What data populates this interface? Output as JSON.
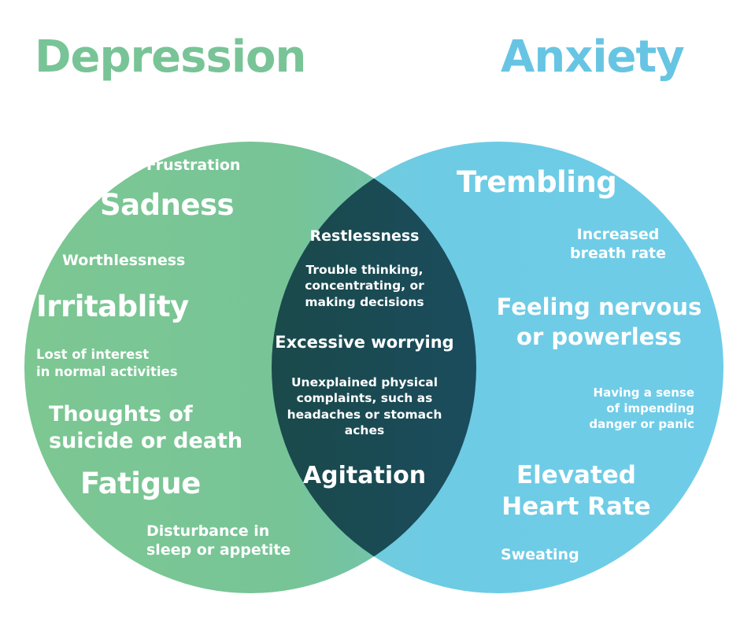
{
  "titles": {
    "left": "Depression",
    "right": "Anxiety"
  },
  "colors": {
    "depression": "#7cc792",
    "anxiety": "#6fcce6",
    "overlap": "#1c4e67",
    "depression_title": "#78c497",
    "anxiety_title": "#67c5e3",
    "text": "#ffffff"
  },
  "depression": {
    "frustration": "Frustration",
    "sadness": "Sadness",
    "worthlessness": "Worthlessness",
    "irritability": "Irritablity",
    "lost_interest": [
      "Lost of interest",
      "in normal activities"
    ],
    "thoughts": [
      "Thoughts of",
      "suicide or death"
    ],
    "fatigue": "Fatigue",
    "disturbance": [
      "Disturbance in",
      "sleep or appetite"
    ]
  },
  "overlap": {
    "restlessness": "Restlessness",
    "trouble": [
      "Trouble thinking,",
      "concentrating, or",
      "making decisions"
    ],
    "worrying": "Excessive worrying",
    "unexplained": [
      "Unexplained physical",
      "complaints, such as",
      "headaches or stomach",
      "aches"
    ],
    "agitation": "Agitation"
  },
  "anxiety": {
    "trembling": "Trembling",
    "breath": [
      "Increased",
      "breath rate"
    ],
    "nervous": [
      "Feeling nervous",
      "or powerless"
    ],
    "danger": [
      "Having a sense",
      "of impending",
      "danger or panic"
    ],
    "heart": [
      "Elevated",
      "Heart Rate"
    ],
    "sweating": "Sweating"
  }
}
